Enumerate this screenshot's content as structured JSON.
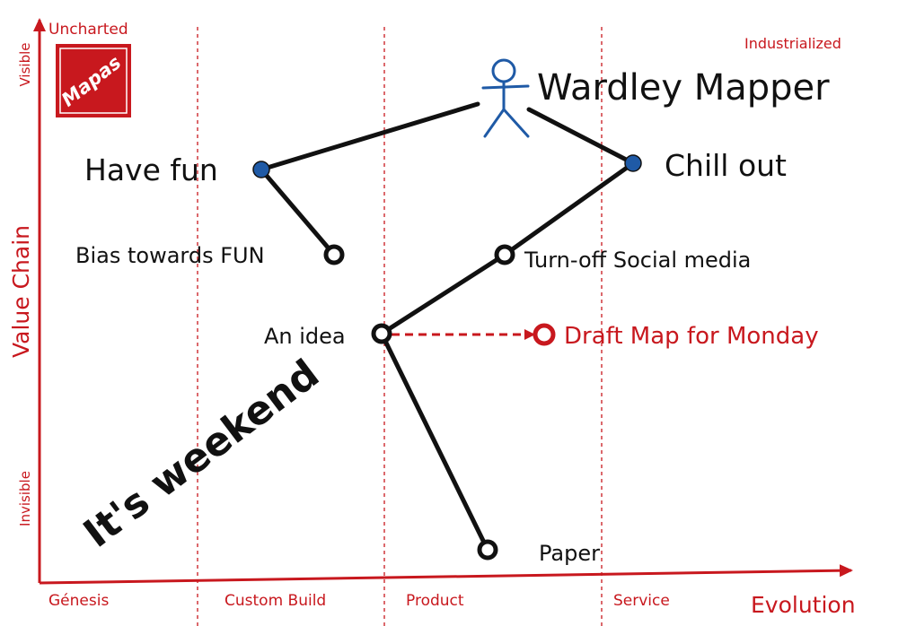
{
  "axes": {
    "uncharted": "Uncharted",
    "industrialized": "Industrialized",
    "visible": "Visible",
    "invisible": "Invisible",
    "value_chain": "Value Chain",
    "evolution": "Evolution",
    "stages": [
      "Génesis",
      "Custom Build",
      "Product",
      "Service"
    ]
  },
  "logo": {
    "text": "Mapas"
  },
  "user": {
    "label": "Wardley Mapper"
  },
  "components": {
    "have_fun": "Have fun",
    "chill_out": "Chill out",
    "bias_fun": "Bias towards FUN",
    "social_media": "Turn-off Social media",
    "idea": "An idea",
    "draft_map": "Draft Map for Monday",
    "paper": "Paper"
  },
  "annotation": {
    "text": "It's weekend"
  },
  "colors": {
    "accent": "#c8181e",
    "user_blue": "#1f5aa6",
    "ink": "#111111"
  }
}
